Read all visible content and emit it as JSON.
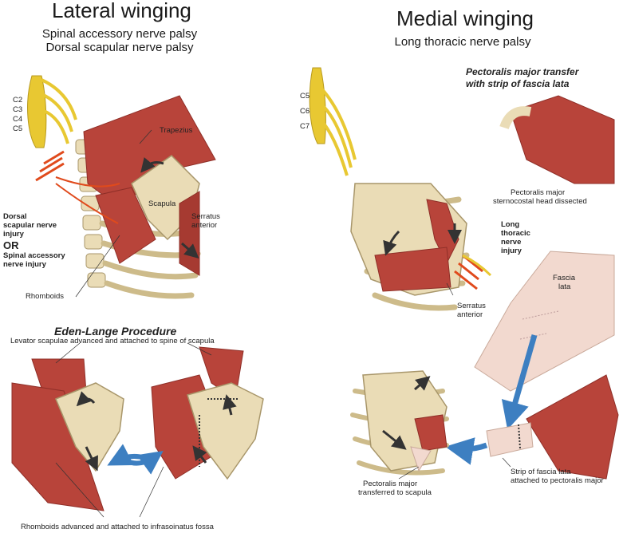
{
  "lateral": {
    "title": "Lateral winging",
    "subtitle_1": "Spinal accessory nerve palsy",
    "subtitle_2": "Dorsal scapular nerve palsy",
    "nerve_roots": [
      "C2",
      "C3",
      "C4",
      "C5"
    ],
    "labels": {
      "trapezius": "Trapezius",
      "scapula": "Scapula",
      "serratus_1": "Serratus",
      "serratus_2": "anterior",
      "dorsal_1": "Dorsal",
      "dorsal_2": "scapular nerve",
      "dorsal_3": "injury",
      "or": "OR",
      "spinal_1": "Spinal accessory",
      "spinal_2": "nerve injury",
      "rhomboids": "Rhomboids"
    },
    "procedure": {
      "title": "Eden-Lange Procedure",
      "levator": "Levator scapulae advanced and attached to spine of scapula",
      "rhomboids": "Rhomboids advanced and attached to infrasoinatus fossa"
    }
  },
  "medial": {
    "title": "Medial winging",
    "subtitle": "Long thoracic nerve palsy",
    "nerve_roots": [
      "C5",
      "C6",
      "C7"
    ],
    "labels": {
      "long_1": "Long",
      "long_2": "thoracic",
      "long_3": "nerve",
      "long_4": "injury",
      "serratus_1": "Serratus",
      "serratus_2": "anterior",
      "fascia_1": "Fascia",
      "fascia_2": "lata"
    },
    "procedure": {
      "title_1": "Pectoralis major transfer",
      "title_2": "with strip of fascia lata",
      "dissected_1": "Pectoralis major",
      "dissected_2": "sternocostal head dissected",
      "strip_1": "Strip of fascia lata",
      "strip_2": "attached to pectoralis major",
      "transferred_1": "Pectoralis major",
      "transferred_2": "transferred to scapula"
    }
  },
  "colors": {
    "muscle": "#b8443a",
    "muscle_dark": "#8f2f28",
    "bone": "#eadcb6",
    "bone_edge": "#a8966a",
    "nerve": "#e8c832",
    "injury": "#e04a1c",
    "arrow_blue": "#3d7fc1",
    "fascia": "#f2d9cf"
  }
}
